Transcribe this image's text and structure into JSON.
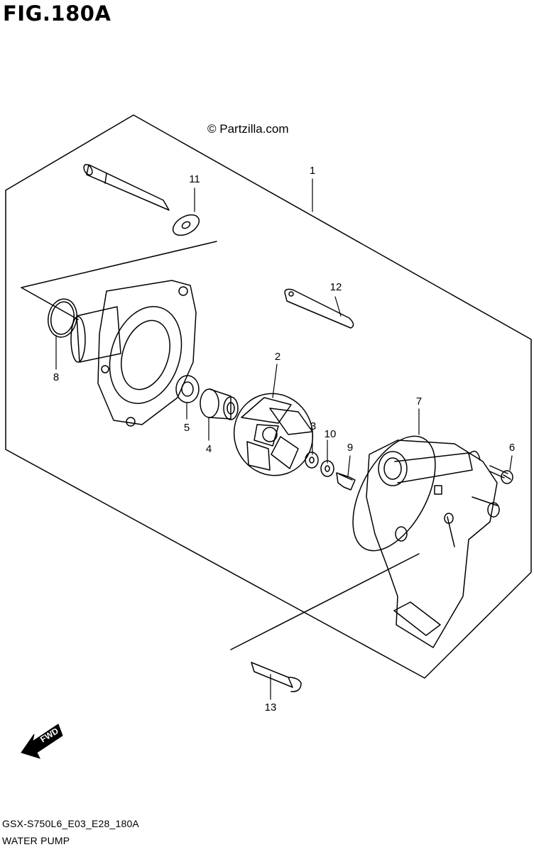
{
  "figure": {
    "title": "FIG.180A",
    "watermark": "© Partzilla.com",
    "model_code": "GSX-S750L6_E03_E28_180A",
    "subtitle": "WATER PUMP",
    "fwd_label": "FWD"
  },
  "callouts": [
    {
      "id": "1",
      "label": "1"
    },
    {
      "id": "2",
      "label": "2"
    },
    {
      "id": "3",
      "label": "3"
    },
    {
      "id": "4",
      "label": "4"
    },
    {
      "id": "5",
      "label": "5"
    },
    {
      "id": "6",
      "label": "6"
    },
    {
      "id": "7",
      "label": "7"
    },
    {
      "id": "8",
      "label": "8"
    },
    {
      "id": "9",
      "label": "9"
    },
    {
      "id": "10",
      "label": "10"
    },
    {
      "id": "11",
      "label": "11"
    },
    {
      "id": "12",
      "label": "12"
    },
    {
      "id": "13",
      "label": "13"
    }
  ]
}
